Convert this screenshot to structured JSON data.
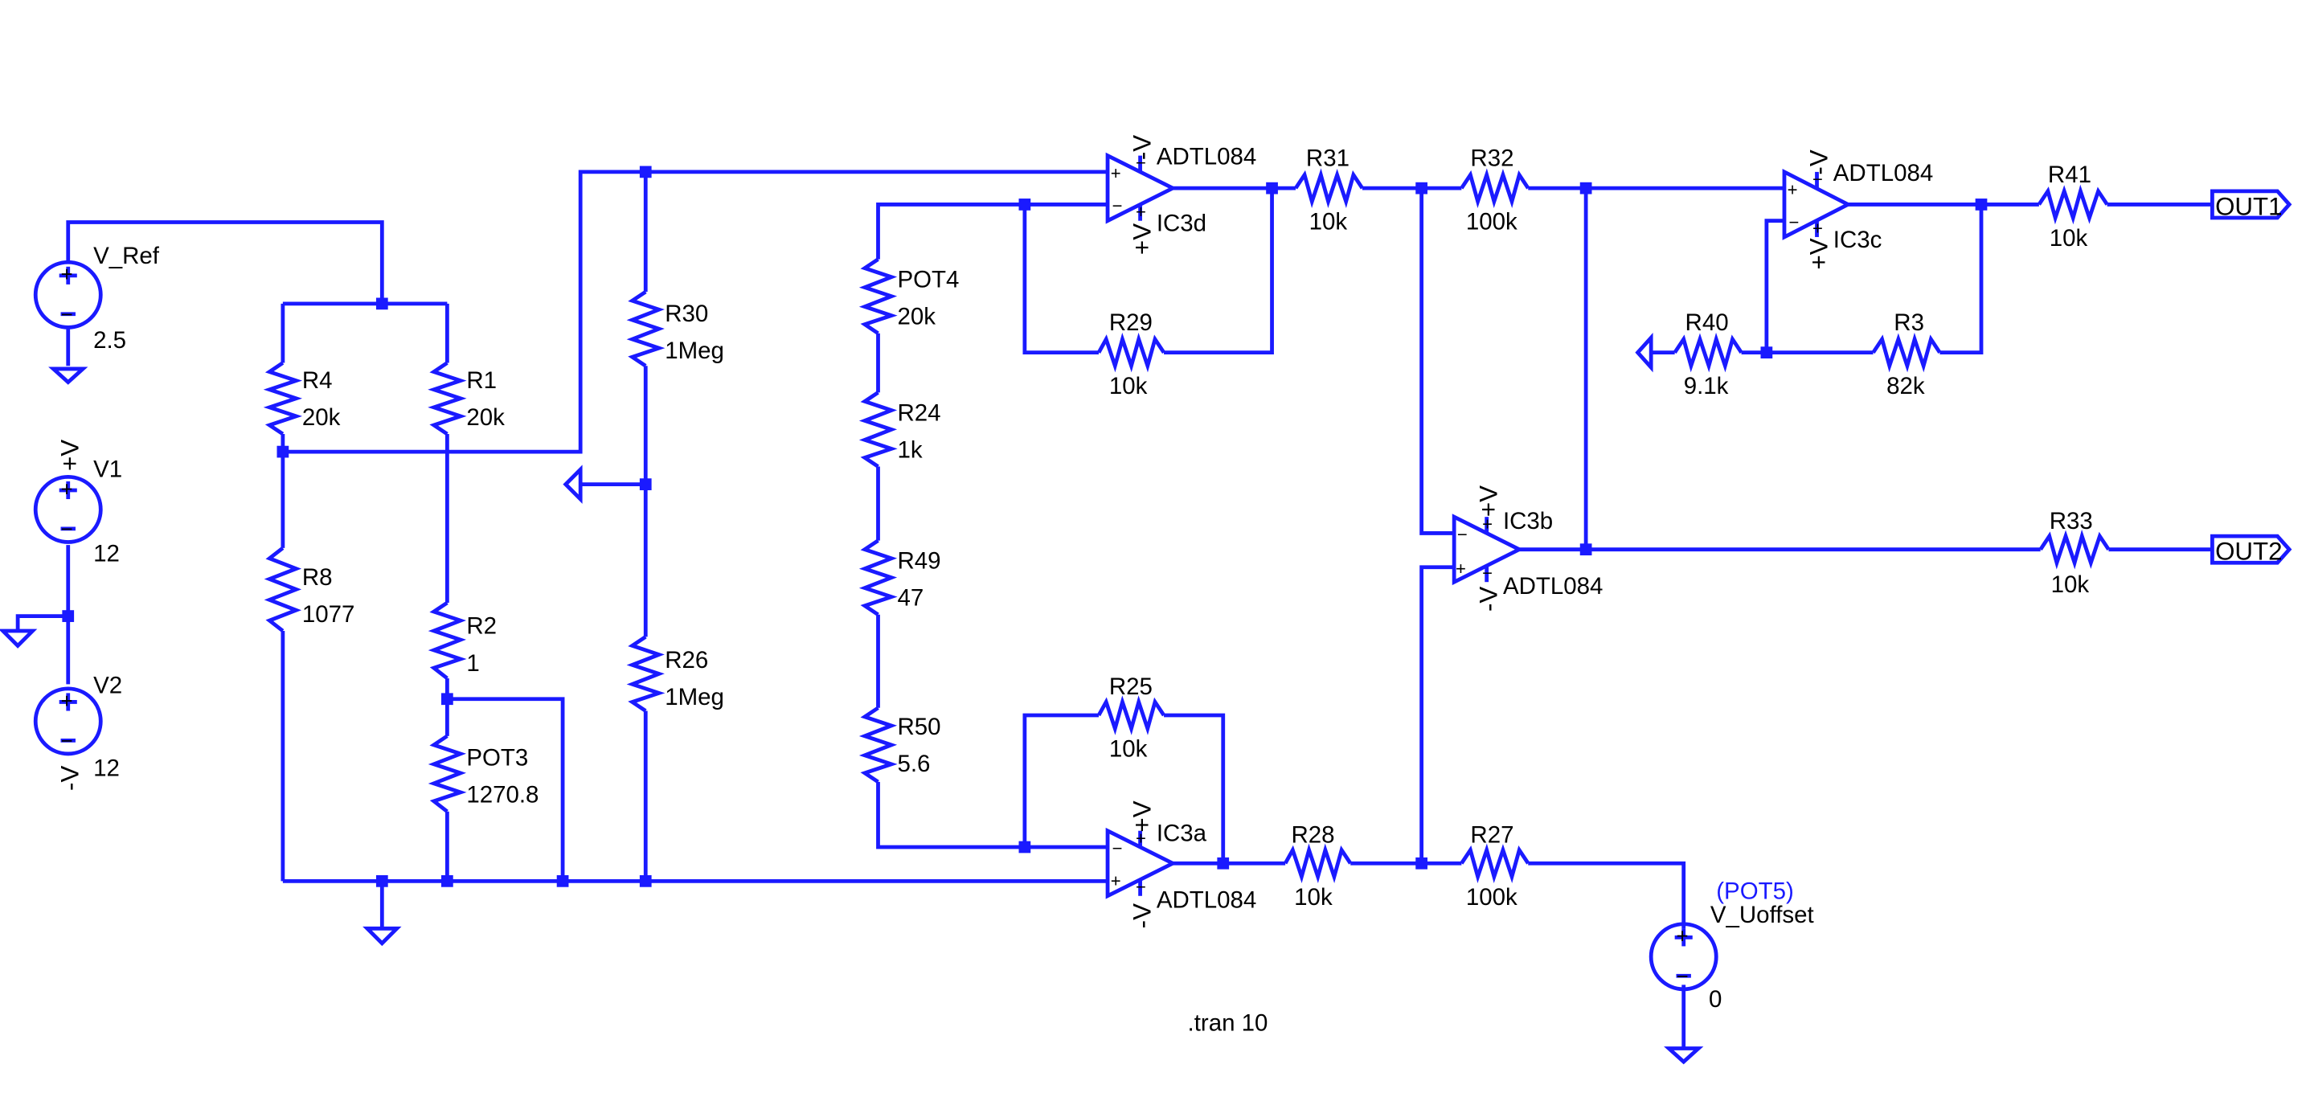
{
  "title": "",
  "sources": [
    {
      "name": "V_Ref",
      "value": "2.5"
    },
    {
      "name": "V1",
      "value": "12"
    },
    {
      "name": "V2",
      "value": "12"
    },
    {
      "name": "V_Uoffset",
      "value": "0",
      "alias": "(POT5)"
    }
  ],
  "supply_labels": {
    "plus": "+V",
    "minus": "-V"
  },
  "components": [
    {
      "name": "R4",
      "value": "20k"
    },
    {
      "name": "R1",
      "value": "20k"
    },
    {
      "name": "R8",
      "value": "1077"
    },
    {
      "name": "R2",
      "value": "1"
    },
    {
      "name": "POT3",
      "value": "1270.8"
    },
    {
      "name": "R30",
      "value": "1Meg"
    },
    {
      "name": "R26",
      "value": "1Meg"
    },
    {
      "name": "POT4",
      "value": "20k"
    },
    {
      "name": "R24",
      "value": "1k"
    },
    {
      "name": "R49",
      "value": "47"
    },
    {
      "name": "R50",
      "value": "5.6"
    },
    {
      "name": "R29",
      "value": "10k"
    },
    {
      "name": "R25",
      "value": "10k"
    },
    {
      "name": "R31",
      "value": "10k"
    },
    {
      "name": "R28",
      "value": "10k"
    },
    {
      "name": "R32",
      "value": "100k"
    },
    {
      "name": "R27",
      "value": "100k"
    },
    {
      "name": "R41",
      "value": "10k"
    },
    {
      "name": "R40",
      "value": "9.1k"
    },
    {
      "name": "R3",
      "value": "82k"
    },
    {
      "name": "R33",
      "value": "10k"
    }
  ],
  "opamps": [
    {
      "name": "IC3d",
      "model": "ADTL084"
    },
    {
      "name": "IC3a",
      "model": "ADTL084"
    },
    {
      "name": "IC3b",
      "model": "ADTL084"
    },
    {
      "name": "IC3c",
      "model": "ADTL084"
    }
  ],
  "outputs": [
    "OUT1",
    "OUT2"
  ],
  "directive": ".tran 10",
  "colors": {
    "wire": "#1a1aff",
    "text": "#000000",
    "label_blue": "#1a1aff"
  }
}
